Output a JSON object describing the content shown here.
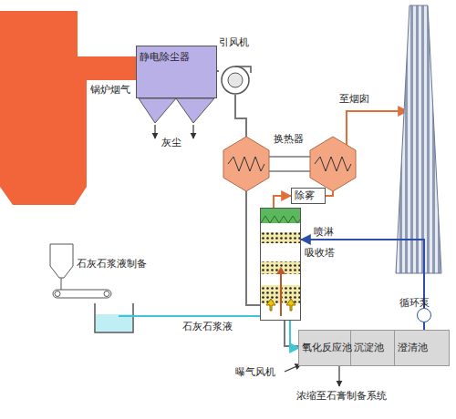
{
  "diagram": {
    "nodes": [
      {
        "text": [
          "静电除尘器"
        ]
      },
      {
        "text": [
          "引风机"
        ]
      },
      {
        "text": [
          "除雾"
        ]
      },
      {
        "text": [
          "吸收塔"
        ]
      },
      {
        "text": [
          "氧化反应池"
        ]
      },
      {
        "text": [
          "沉淀池"
        ]
      },
      {
        "text": [
          "澄清池"
        ]
      },
      {
        "text": [
          "循环泵"
        ]
      }
    ],
    "edges": [
      {
        "from": 0,
        "to": 1,
        "arrow": "none"
      },
      {
        "from": 3,
        "to": 2,
        "arrow": "to"
      },
      {
        "from": 6,
        "to": 7,
        "arrow": "none"
      },
      {
        "from": 7,
        "to": 3,
        "arrow": "to"
      }
    ],
    "labels": [
      "锅炉烟气",
      "灰尘",
      "换热器",
      "至烟囱",
      "喷淋",
      "石灰石浆液制备",
      "石灰石浆液",
      "曝气风机",
      "浓缩至石膏制备系统"
    ]
  }
}
